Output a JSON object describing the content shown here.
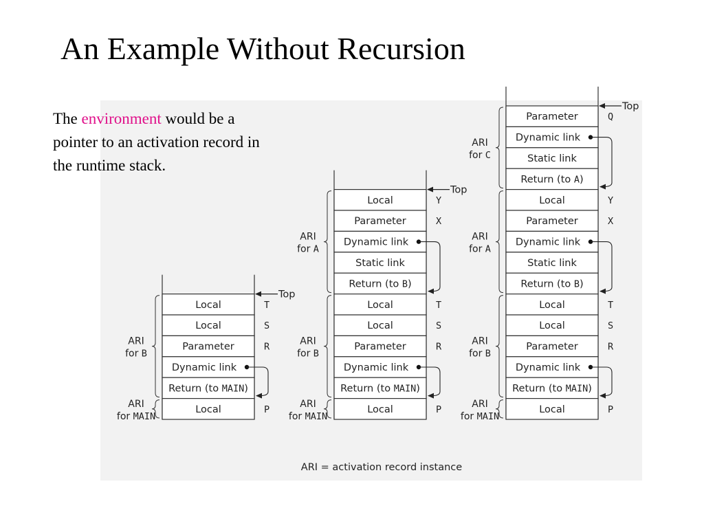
{
  "title": "An Example Without Recursion",
  "body": {
    "prefix": "The ",
    "highlight": "environment",
    "suffix": " would be a pointer to an activation record in the runtime stack."
  },
  "colors": {
    "highlight": "#e0108a",
    "panel": "#f2f2f2"
  },
  "caption": "ARI = activation record instance",
  "top_label": "Top",
  "stacks": [
    {
      "groups": [
        {
          "name": "B",
          "cells": [
            {
              "label": "Local",
              "var": "T"
            },
            {
              "label": "Local",
              "var": "S"
            },
            {
              "label": "Parameter",
              "var": "R"
            },
            {
              "label": "Dynamic link",
              "var": ""
            },
            {
              "label": "Return (to ",
              "mono": "MAIN",
              "end": ")",
              "var": ""
            }
          ]
        },
        {
          "name": "MAIN",
          "cells": [
            {
              "label": "Local",
              "var": "P"
            }
          ]
        }
      ]
    },
    {
      "groups": [
        {
          "name": "A",
          "cells": [
            {
              "label": "Local",
              "var": "Y"
            },
            {
              "label": "Parameter",
              "var": "X"
            },
            {
              "label": "Dynamic link",
              "var": ""
            },
            {
              "label": "Static link",
              "var": ""
            },
            {
              "label": "Return (to ",
              "mono": "B",
              "end": ")",
              "var": ""
            }
          ]
        },
        {
          "name": "B",
          "cells": [
            {
              "label": "Local",
              "var": "T"
            },
            {
              "label": "Local",
              "var": "S"
            },
            {
              "label": "Parameter",
              "var": "R"
            },
            {
              "label": "Dynamic link",
              "var": ""
            },
            {
              "label": "Return (to ",
              "mono": "MAIN",
              "end": ")",
              "var": ""
            }
          ]
        },
        {
          "name": "MAIN",
          "cells": [
            {
              "label": "Local",
              "var": "P"
            }
          ]
        }
      ]
    },
    {
      "groups": [
        {
          "name": "C",
          "cells": [
            {
              "label": "Parameter",
              "var": "Q"
            },
            {
              "label": "Dynamic link",
              "var": ""
            },
            {
              "label": "Static link",
              "var": ""
            },
            {
              "label": "Return (to ",
              "mono": "A",
              "end": ")",
              "var": ""
            }
          ]
        },
        {
          "name": "A",
          "cells": [
            {
              "label": "Local",
              "var": "Y"
            },
            {
              "label": "Parameter",
              "var": "X"
            },
            {
              "label": "Dynamic link",
              "var": ""
            },
            {
              "label": "Static link",
              "var": ""
            },
            {
              "label": "Return (to ",
              "mono": "B",
              "end": ")",
              "var": ""
            }
          ]
        },
        {
          "name": "B",
          "cells": [
            {
              "label": "Local",
              "var": "T"
            },
            {
              "label": "Local",
              "var": "S"
            },
            {
              "label": "Parameter",
              "var": "R"
            },
            {
              "label": "Dynamic link",
              "var": ""
            },
            {
              "label": "Return (to ",
              "mono": "MAIN",
              "end": ")",
              "var": ""
            }
          ]
        },
        {
          "name": "MAIN",
          "cells": [
            {
              "label": "Local",
              "var": "P"
            }
          ]
        }
      ]
    }
  ]
}
